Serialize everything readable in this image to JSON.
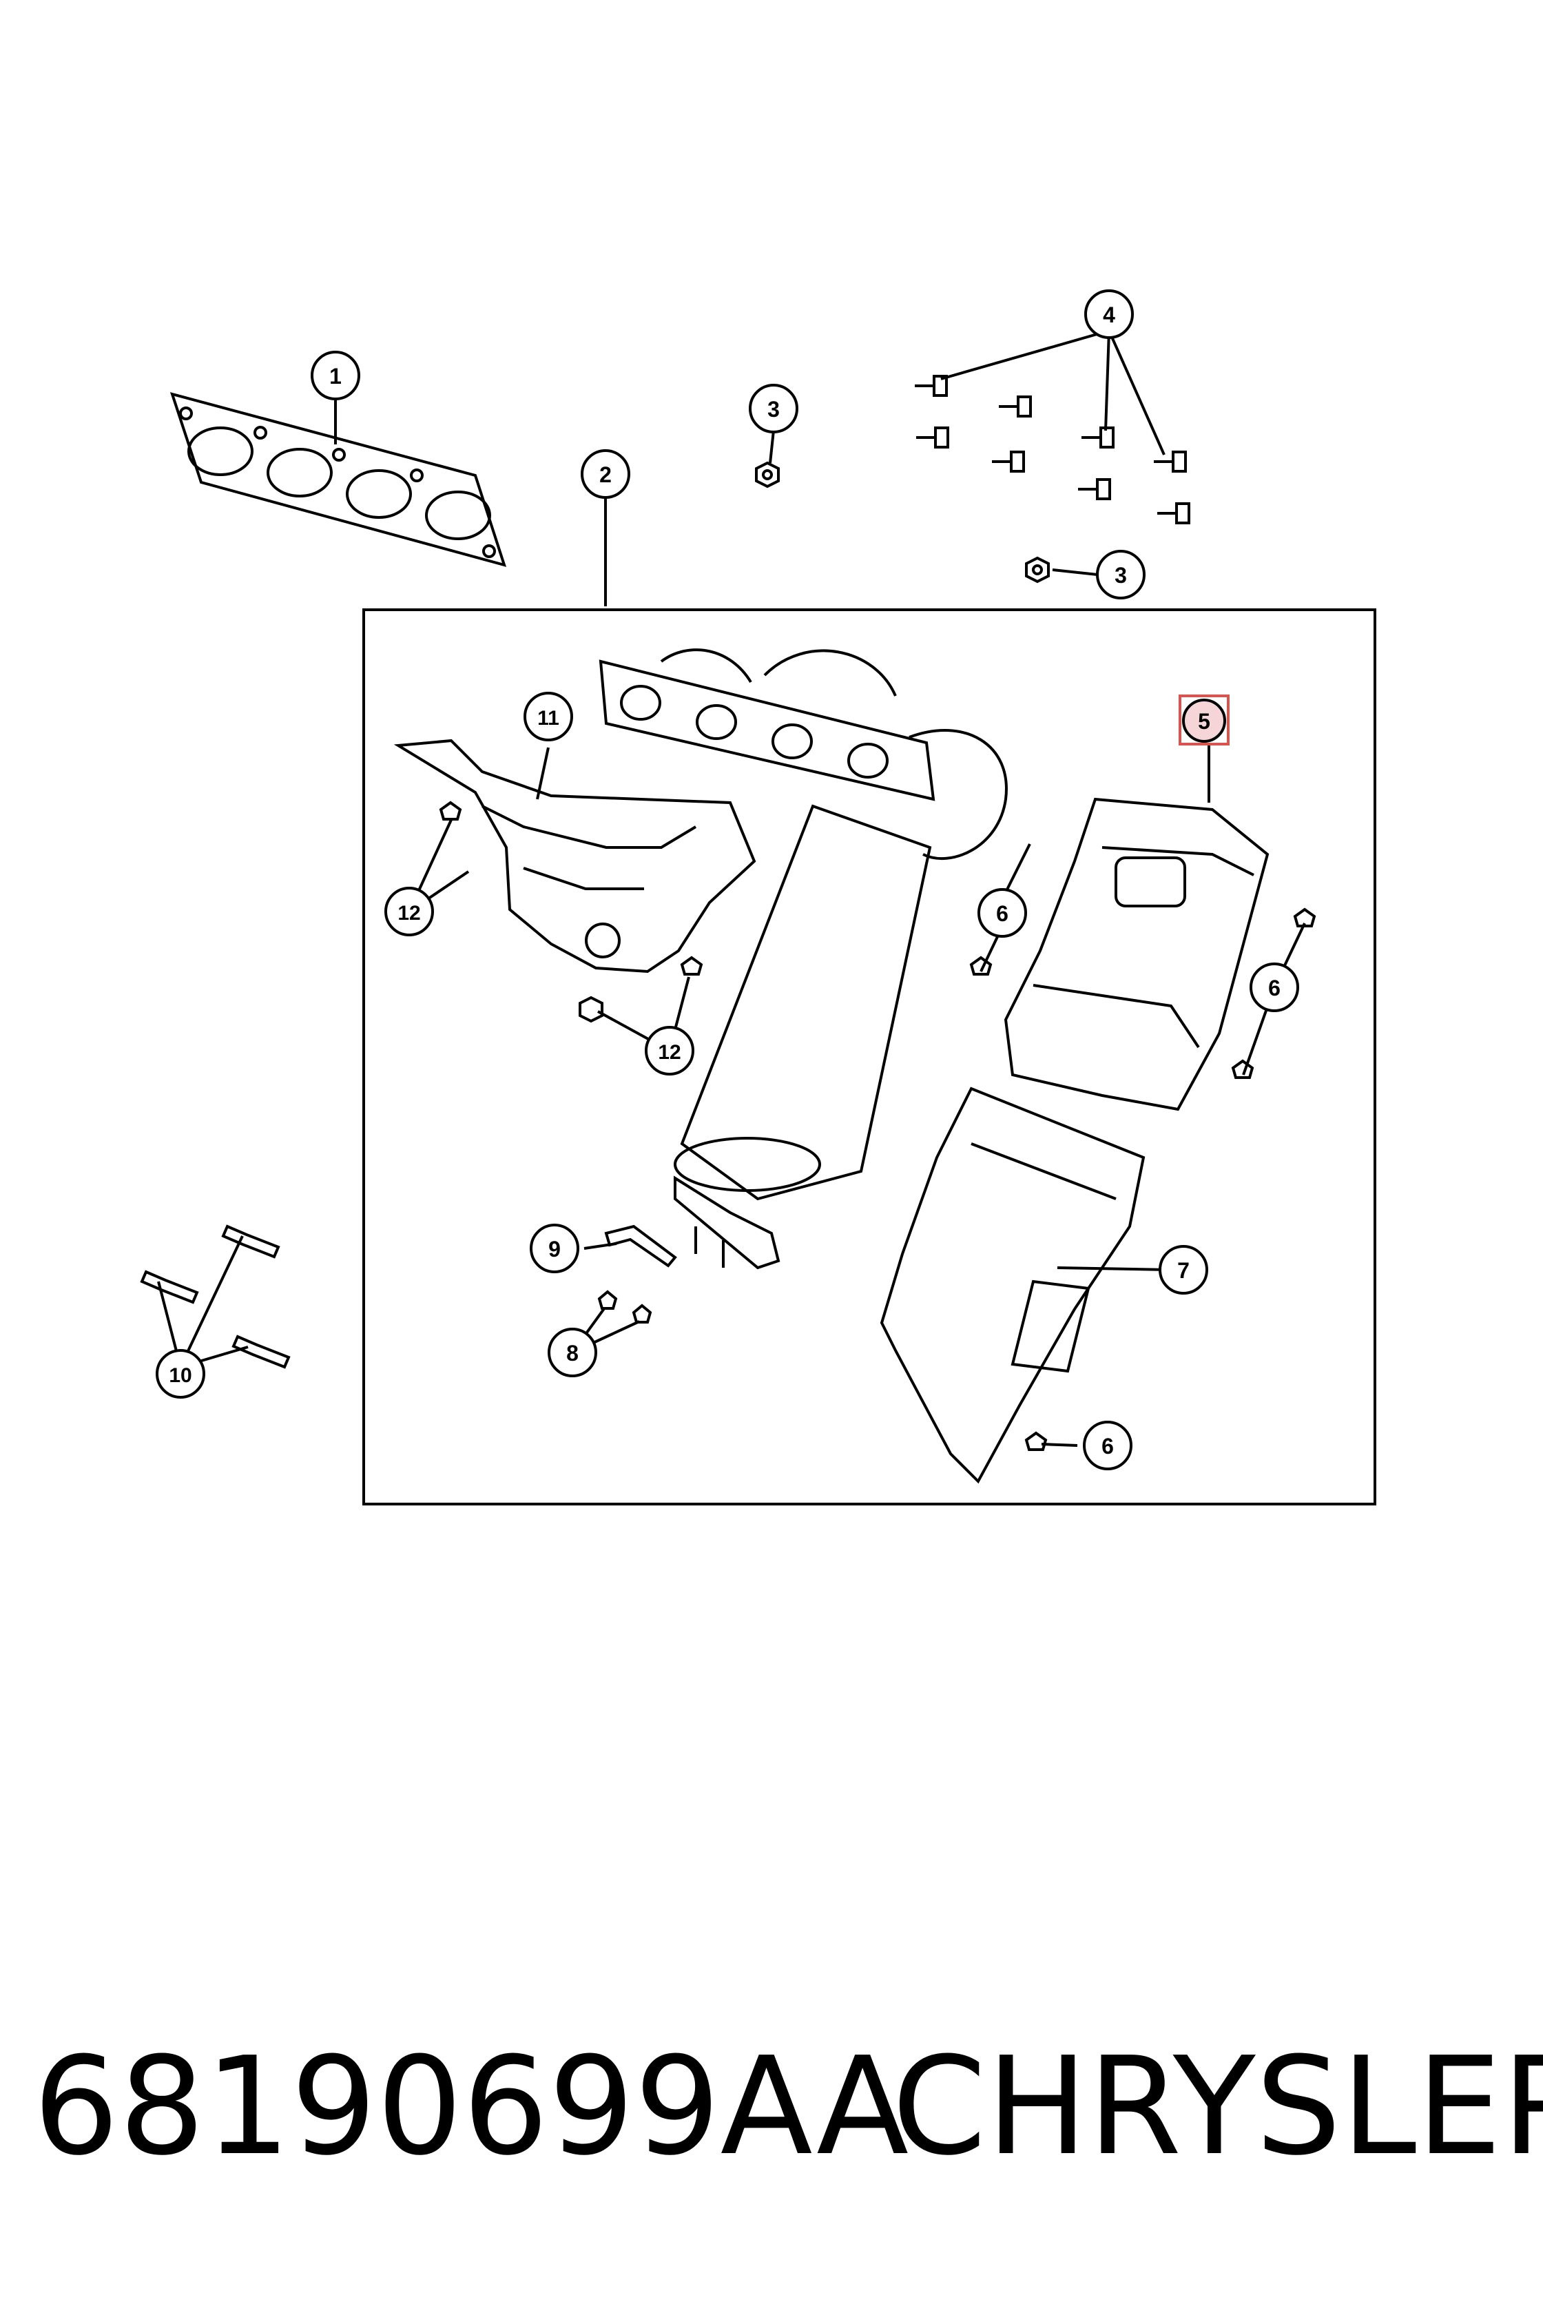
{
  "callouts": {
    "c1": "1",
    "c2": "2",
    "c3a": "3",
    "c3b": "3",
    "c4": "4",
    "c5": "5",
    "c6a": "6",
    "c6b": "6",
    "c6c": "6",
    "c7": "7",
    "c8": "8",
    "c9": "9",
    "c10": "10",
    "c11": "11",
    "c12a": "12",
    "c12b": "12"
  },
  "highlighted_callout": "5",
  "highlight_color": "#d9534f",
  "footer": {
    "part_number": "68190699AA",
    "brand": "CHRYSLER"
  }
}
